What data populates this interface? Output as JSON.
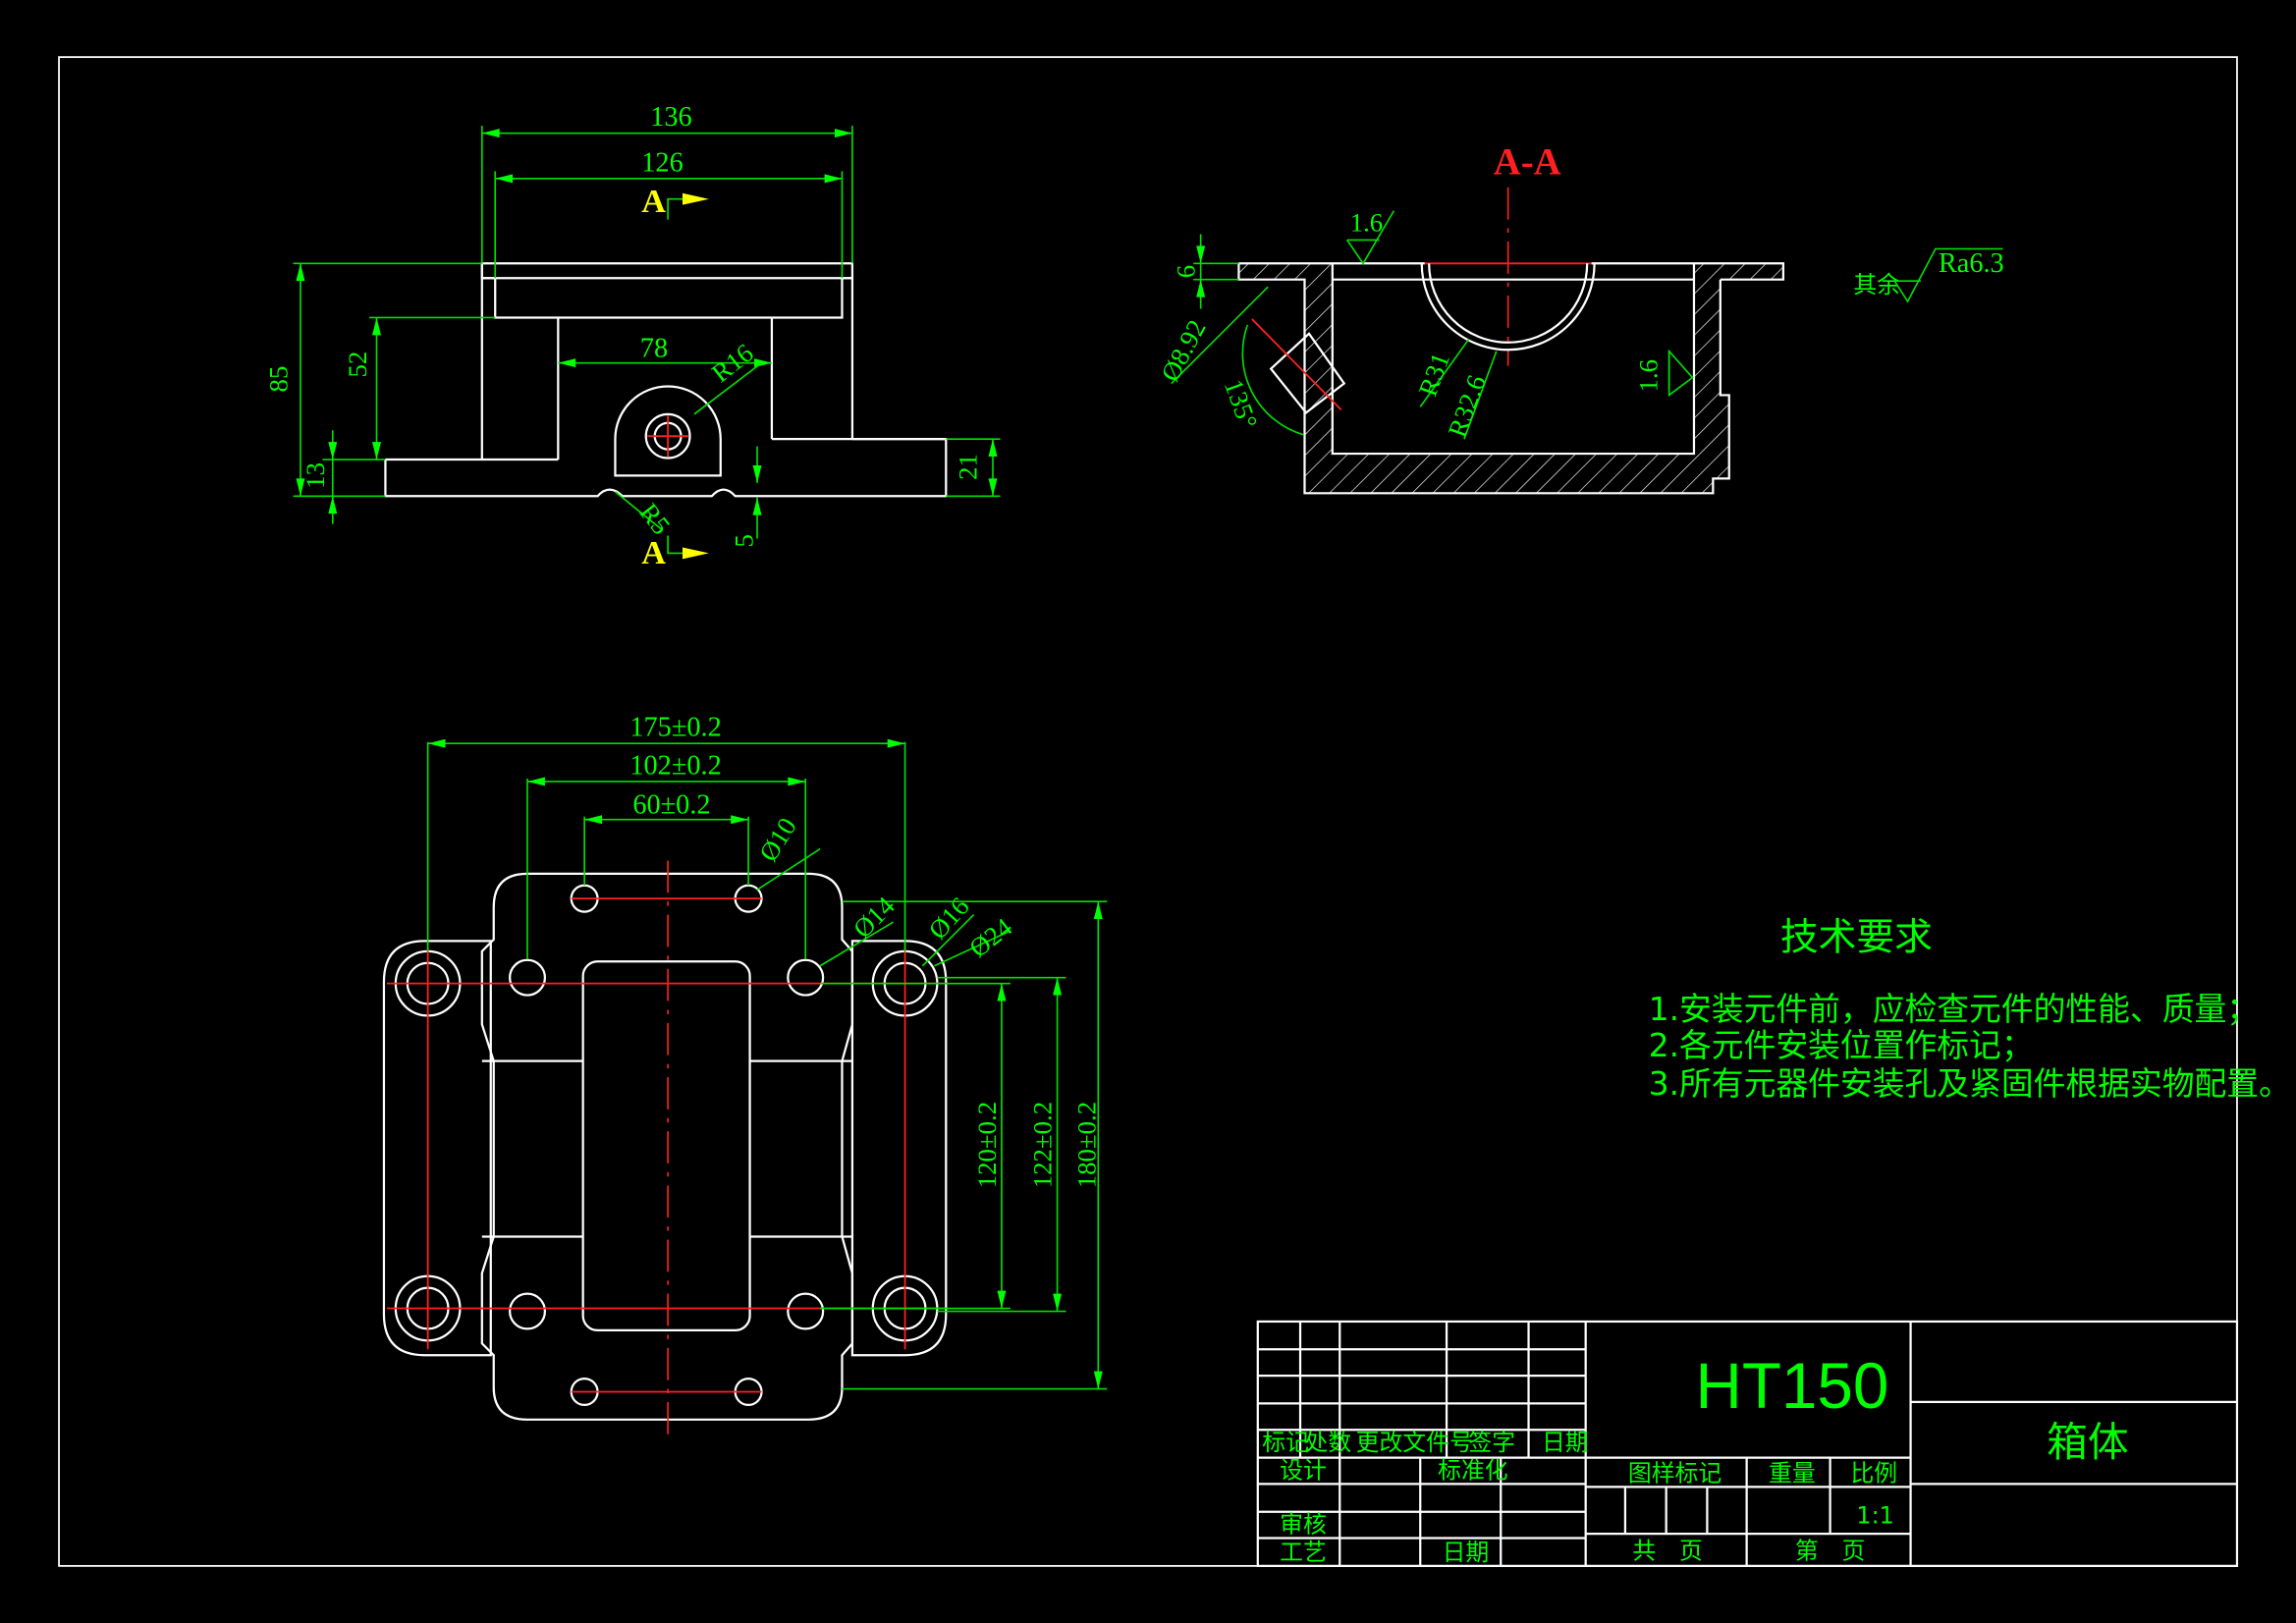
{
  "front_view": {
    "dims": {
      "width_136": "136",
      "width_126": "126",
      "span_78": "78",
      "height_85": "85",
      "height_52": "52",
      "height_13": "13",
      "height_21": "21",
      "depth_5": "5",
      "radius_16": "R16",
      "radius_5": "R5"
    },
    "section_marker": "A"
  },
  "section_view": {
    "title": "A-A",
    "dims": {
      "thickness_6": "6",
      "hole_dia": "Ø8.92",
      "angle": "135°",
      "radius_31": "R31",
      "radius_32_6": "R32.6"
    },
    "roughness": {
      "top": "1.6",
      "side": "1.6",
      "general_label": "其余",
      "general_value": "Ra6.3"
    }
  },
  "plan_view": {
    "dims": {
      "width_175": "175±0.2",
      "width_102": "102±0.2",
      "width_60": "60±0.2",
      "height_120": "120±0.2",
      "height_122": "122±0.2",
      "height_180": "180±0.2",
      "hole_10": "Ø10",
      "hole_14": "Ø14",
      "hole_16": "Ø16",
      "hole_24": "Ø24"
    }
  },
  "technical_requirements": {
    "title": "技术要求",
    "items": [
      "1.安装元件前，应检查元件的性能、质量；",
      "2.各元件安装位置作标记；",
      "3.所有元器件安装孔及紧固件根据实物配置。"
    ]
  },
  "title_block": {
    "material": "HT150",
    "part_name": "箱体",
    "scale": "1:1",
    "labels": {
      "mark": "标记",
      "count": "处数",
      "change_doc": "更改文件号",
      "sign": "签字",
      "date": "日期",
      "design": "设计",
      "standard": "标准化",
      "review": "审核",
      "process": "工艺",
      "date2": "日期",
      "stage_mark": "图样标记",
      "weight": "重量",
      "scale": "比例",
      "total_pages": "共　页",
      "page_no": "第　页"
    }
  }
}
